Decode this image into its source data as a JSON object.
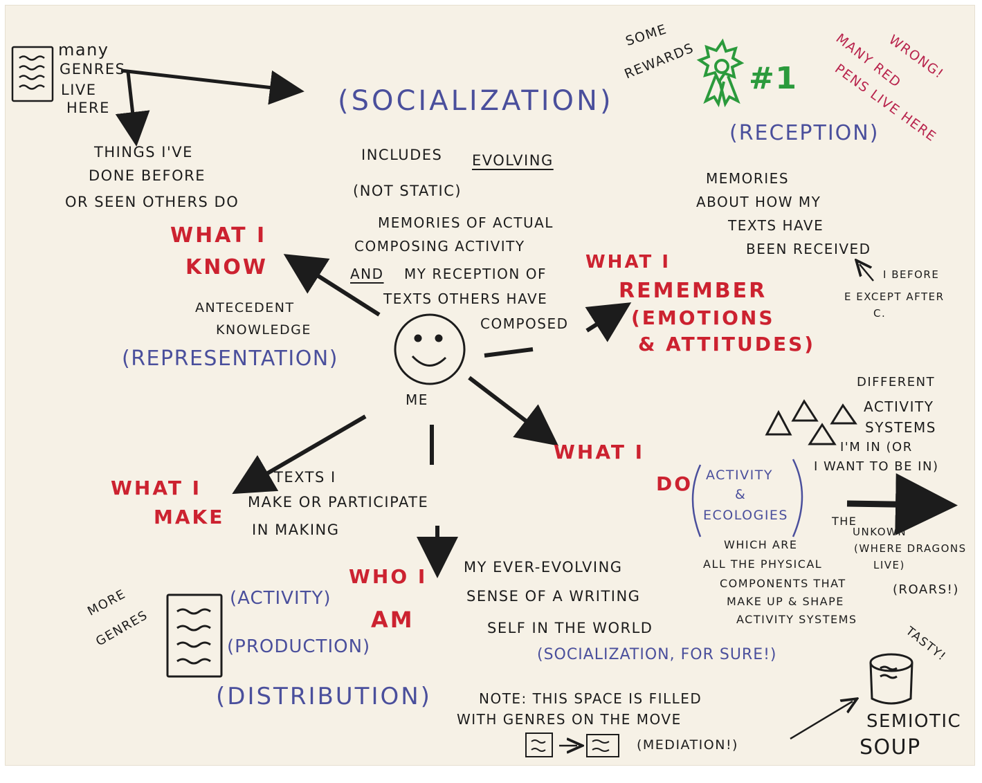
{
  "top_left": {
    "line1": "many",
    "line2": "GENRES",
    "line3": "LIVE",
    "line4": "HERE",
    "things1": "THINGS I'VE",
    "things2": "DONE BEFORE",
    "things3": "OR SEEN OTHERS DO"
  },
  "socialization": "(SOCIALIZATION)",
  "rewards": {
    "line1": "SOME",
    "line2": "REWARDS",
    "number": "#1"
  },
  "red_pens": {
    "wrong": "WRONG!",
    "line1": "MANY RED",
    "line2": "PENS LIVE HERE"
  },
  "reception": "(RECEPTION)",
  "memories_reception": {
    "line1": "MEMORIES",
    "line2": "ABOUT HOW MY",
    "line3": "TEXTS HAVE",
    "line4": "BEEN RECEIVED"
  },
  "ibefore": {
    "line1": "I BEFORE",
    "line2": "E EXCEPT AFTER",
    "line3": "C."
  },
  "center_text": {
    "line1a": "INCLUDES",
    "line1b": "EVOLVING",
    "line2": "(NOT STATIC)",
    "line3": "MEMORIES OF ACTUAL",
    "line4": "COMPOSING ACTIVITY",
    "line5a": "AND",
    "line5b": "MY RECEPTION OF",
    "line6": "TEXTS OTHERS HAVE",
    "line7": "COMPOSED"
  },
  "what_i_know": {
    "line1": "WHAT I",
    "line2": "KNOW",
    "sub1": "ANTECEDENT",
    "sub2": "KNOWLEDGE",
    "paren": "(REPRESENTATION)"
  },
  "what_i_remember": {
    "line1": "WHAT I",
    "line2": "REMEMBER",
    "line3": "(EMOTIONS",
    "line4": "& ATTITUDES)"
  },
  "me": "ME",
  "activity_systems": {
    "line1": "DIFFERENT",
    "line2": "ACTIVITY",
    "line3": "SYSTEMS",
    "line4": "I'M IN (OR",
    "line5": "I WANT TO BE IN)"
  },
  "what_i_do": {
    "line1": "WHAT I",
    "line2": "DO",
    "paren1": "ACTIVITY",
    "paren2": "&",
    "paren3": "ECOLOGIES",
    "sub1": "WHICH ARE",
    "sub2": "ALL THE PHYSICAL",
    "sub3": "COMPONENTS THAT",
    "sub4": "MAKE UP & SHAPE",
    "sub5": "ACTIVITY SYSTEMS"
  },
  "unknown": {
    "line1": "THE",
    "line2": "UNKOWN",
    "line3": "(WHERE DRAGONS",
    "line4": "LIVE)",
    "line5": "(ROARS!)"
  },
  "what_i_make": {
    "line1": "WHAT I",
    "line2": "MAKE",
    "texts1": "TEXTS I",
    "texts2": "MAKE OR PARTICIPATE",
    "texts3": "IN MAKING"
  },
  "who_i_am": {
    "line1": "WHO I",
    "line2": "AM",
    "sub1": "MY EVER-EVOLVING",
    "sub2": "SENSE OF A WRITING",
    "sub3": "SELF IN THE WORLD",
    "paren": "(SOCIALIZATION, FOR SURE!)"
  },
  "more_genres": {
    "line1": "MORE",
    "line2": "GENRES"
  },
  "prod": {
    "activity": "(ACTIVITY)",
    "production": "(PRODUCTION)",
    "distribution": "(DISTRIBUTION)"
  },
  "note": {
    "line1": "NOTE: THIS SPACE IS FILLED",
    "line2": "WITH GENRES ON THE MOVE",
    "mediation": "(MEDIATION!)"
  },
  "tasty": "TASTY!",
  "soup": {
    "line1": "SEMIOTIC",
    "line2": "SOUP"
  },
  "colors": {
    "ink": "#1c1c1c",
    "blue": "#4a4f9c",
    "red": "#cc2230",
    "green": "#2b9a3c",
    "magenta": "#b8234c",
    "paper": "#f6f1e6"
  }
}
